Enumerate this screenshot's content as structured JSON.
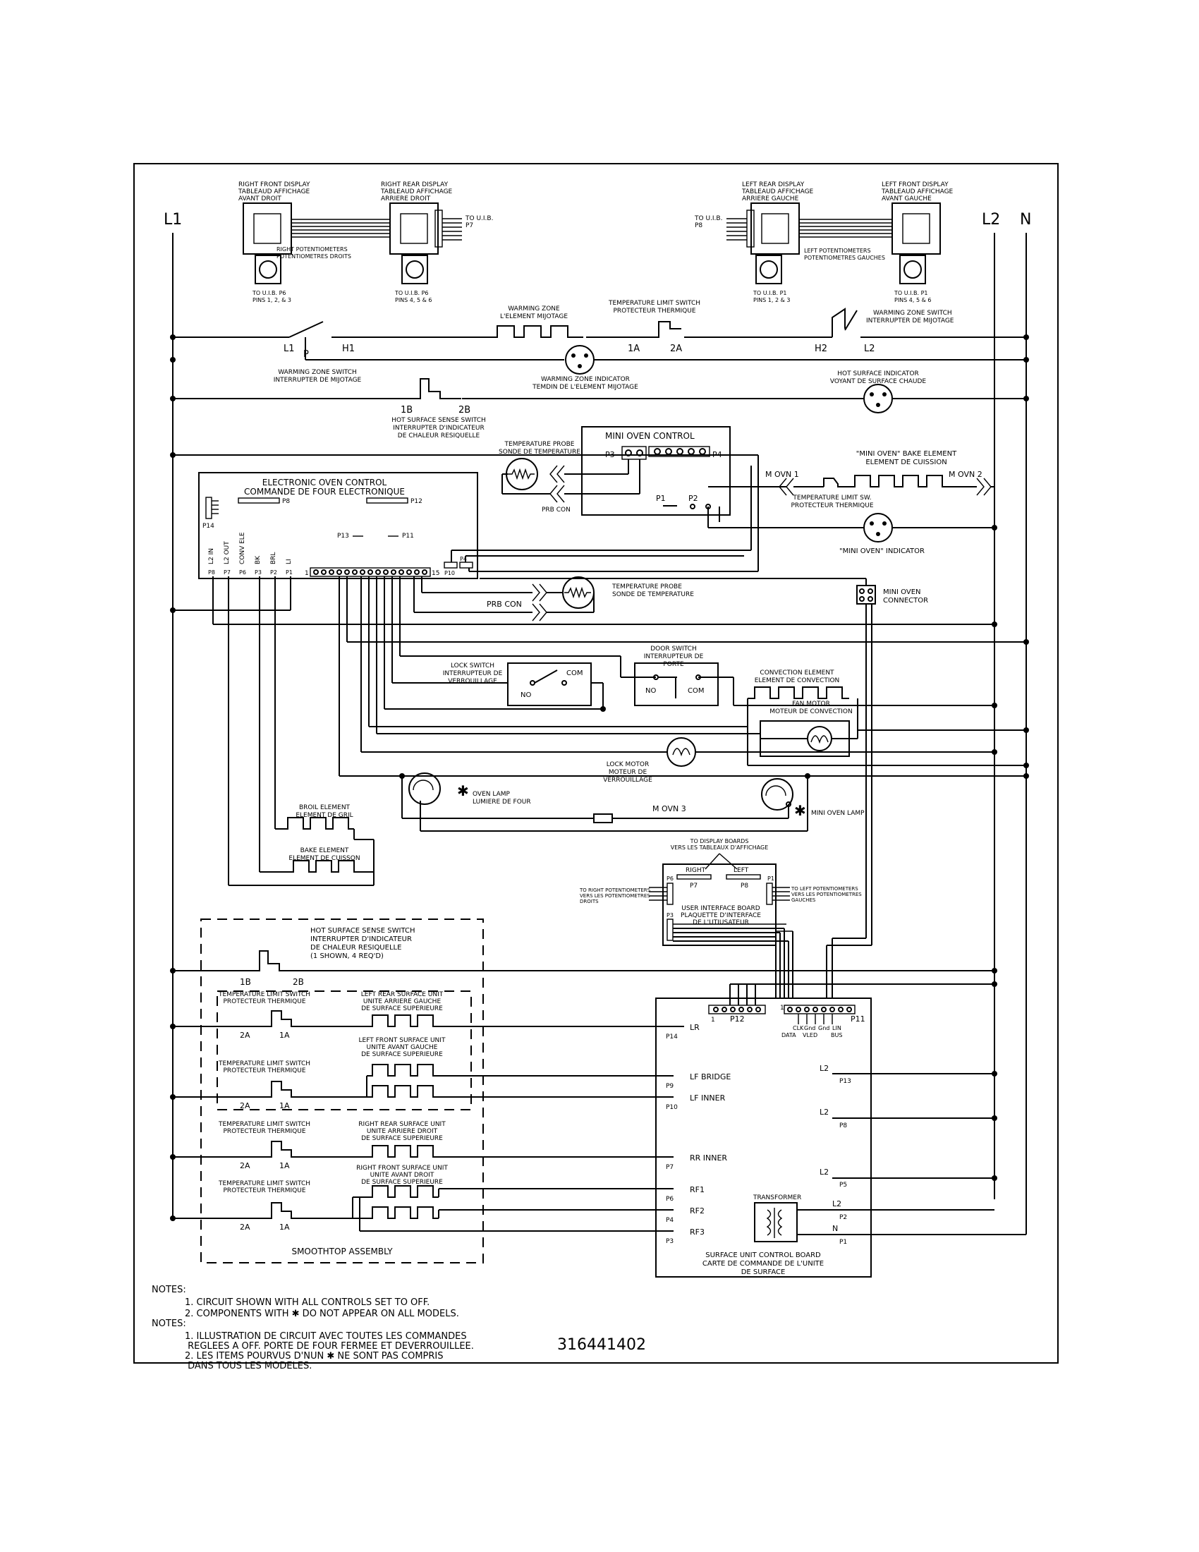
{
  "rails": {
    "l1": "L1",
    "l2": "L2",
    "n": "N"
  },
  "displays": {
    "right_front": [
      "RIGHT FRONT DISPLAY",
      "TABLEAUD AFFICHAGE",
      "AVANT DROIT"
    ],
    "right_rear": [
      "RIGHT REAR DISPLAY",
      "TABLEAUD AFFICHAGE",
      "ARRIERE DROIT"
    ],
    "left_rear": [
      "LEFT REAR DISPLAY",
      "TABLEAUD AFFICHAGE",
      "ARRIERE GAUCHE"
    ],
    "left_front": [
      "LEFT FRONT DISPLAY",
      "TABLEAUD AFFICHAGE",
      "AVANT GAUCHE"
    ],
    "to_uib_p7": [
      "TO U.I.B.",
      "P7"
    ],
    "to_uib_p8": [
      "TO U.I.B.",
      "P8"
    ],
    "right_pots": [
      "RIGHT POTENTIOMETERS",
      "POTENTIOMETRES DROITS"
    ],
    "left_pots": [
      "LEFT POTENTIOMETERS",
      "POTENTIOMETRES GAUCHES"
    ],
    "pot_rf": [
      "TO U.I.B. P6",
      "PINS 1, 2, & 3"
    ],
    "pot_rr": [
      "TO U.I.B. P6",
      "PINS 4, 5 & 6"
    ],
    "pot_lr": [
      "TO U.I.B. P1",
      "PINS 1, 2 & 3"
    ],
    "pot_lf": [
      "TO U.I.B. P1",
      "PINS 4, 5 & 6"
    ]
  },
  "warming": {
    "zone_element": [
      "WARMING ZONE",
      "L'ELEMENT MIJOTAGE"
    ],
    "temp_limit": [
      "TEMPERATURE LIMIT SWITCH",
      "PROTECTEUR THERMIQUE"
    ],
    "zone_switch_right": [
      "WARMING ZONE SWITCH",
      "INTERRUPTER DE MIJOTAGE"
    ],
    "zone_switch_left": [
      "WARMING ZONE SWITCH",
      "INTERRUPTER DE MIJOTAGE"
    ],
    "indicator": [
      "WARMING ZONE INDICATOR",
      "TEMDIN DE L'ELEMENT MIJOTAGE"
    ],
    "terminals": {
      "l1": "L1",
      "p": "P",
      "h1": "H1",
      "t1a": "1A",
      "t2a": "2A",
      "h2": "H2",
      "l2": "L2"
    }
  },
  "hot_surface": {
    "indicator": [
      "HOT SURFACE INDICATOR",
      "VOYANT DE SURFACE CHAUDE"
    ],
    "sense_switch": [
      "HOT SURFACE SENSE SWITCH",
      "INTERRUPTER D'INDICATEUR",
      "DE CHALEUR RESIQUELLE"
    ],
    "t1b": "1B",
    "t2b": "2B"
  },
  "mini_oven": {
    "control": "MINI OVEN CONTROL",
    "probe": [
      "TEMPERATURE PROBE",
      "SONDE DE TEMPERATURE"
    ],
    "prb_con": "PRB CON",
    "p1": "P1",
    "p2": "P2",
    "p3": "P3",
    "p4": "P4",
    "bake_element": [
      "\"MINI OVEN\" BAKE ELEMENT",
      "ELEMENT DE CUISSION"
    ],
    "m_ovn_1": "M OVN 1",
    "m_ovn_2": "M OVN 2",
    "limit_switch": [
      "TEMPERATURE LIMIT SW.",
      "PROTECTEUR THERMIQUE"
    ],
    "indicator": "\"MINI OVEN\" INDICATOR",
    "connector": [
      "MINI OVEN",
      "CONNECTOR"
    ]
  },
  "eoc": {
    "title": [
      "ELECTRONIC OVEN CONTROL",
      "COMMANDE DE FOUR ELECTRONIQUE"
    ],
    "p8": "P8",
    "p12": "P12",
    "p14": "P14",
    "p13": "P13",
    "p11": "P11",
    "p10": "P10",
    "p4": "P4",
    "pins": [
      "L2 IN",
      "L2 OUT",
      "CONV ELE",
      "BK",
      "BRL",
      "LI"
    ],
    "pin_ports": [
      "P8",
      "P7",
      "P6",
      "P3",
      "P2",
      "P1"
    ],
    "conn_1": "1",
    "conn_15": "15"
  },
  "oven": {
    "probe": [
      "TEMPERATURE PROBE",
      "SONDE DE TEMPERATURE"
    ],
    "prb_con": "PRB CON",
    "lock_switch": [
      "LOCK SWITCH",
      "INTERRUPTEUR DE",
      "VERROUILLAGE"
    ],
    "door_switch": [
      "DOOR SWITCH",
      "INTERRUPTEUR DE",
      "PORTE"
    ],
    "no": "NO",
    "com": "COM",
    "convection": [
      "CONVECTION ELEMENT",
      "ELEMENT DE CONVECTION"
    ],
    "fan_motor": [
      "FAN MOTOR",
      "MOTEUR DE CONVECTION"
    ],
    "lock_motor": [
      "LOCK MOTOR",
      "MOTEUR DE",
      "VERROUILLAGE"
    ],
    "oven_lamp": [
      "OVEN LAMP",
      "LUMIERE DE FOUR"
    ],
    "mini_oven_lamp": "MINI OVEN LAMP",
    "m_ovn_3": "M OVN 3",
    "broil": [
      "BROIL ELEMENT",
      "ELEMENT DE GRIL"
    ],
    "bake": [
      "BAKE ELEMENT",
      "ELEMENT DE CUISSON"
    ],
    "asterisk": "✱"
  },
  "uib": {
    "to_display": [
      "TO DISPLAY BOARDS",
      "VERS LES TABLEAUX D'AFFICHAGE"
    ],
    "right": "RIGHT",
    "left": "LEFT",
    "p7": "P7",
    "p8": "P8",
    "p6": "P6",
    "p1": "P1",
    "p3": "P3",
    "to_right_pots": [
      "TO RIGHT POTENTIOMETERS",
      "VERS LES POTENTIOMETRES",
      "DROITS"
    ],
    "to_left_pots": [
      "TO LEFT POTENTIOMETERS",
      "VERS LES POTENTIOMETRES",
      "GAUCHES"
    ],
    "title": [
      "USER INTERFACE BOARD",
      "PLAQUETTE D'INTERFACE",
      "DE L'UTIUSATEUR"
    ]
  },
  "smoothtop": {
    "sense_switch": [
      "HOT SURFACE SENSE SWITCH",
      "INTERRUPTER D'INDICATEUR",
      "DE CHALEUR RESIQUELLE",
      "(1 SHOWN, 4 REQ'D)"
    ],
    "t1b": "1B",
    "t2b": "2B",
    "limit_switch": [
      "TEMPERATURE LIMIT SWITCH",
      "PROTECTEUR THERMIQUE"
    ],
    "t2a": "2A",
    "t1a": "1A",
    "left_rear": [
      "LEFT REAR SURFACE UNIT",
      "UNITE ARRIERE GAUCHE",
      "DE SURFACE SUPERIEURE"
    ],
    "left_front": [
      "LEFT FRONT SURFACE UNIT",
      "UNITE AVANT GAUCHE",
      "DE SURFACE SUPERIEURE"
    ],
    "right_rear": [
      "RIGHT REAR SURFACE UNIT",
      "UNITE ARRIERE DROIT",
      "DE SURFACE SUPERIEURE"
    ],
    "right_front": [
      "RIGHT FRONT SURFACE UNIT",
      "UNITE AVANT DROIT",
      "DE SURFACE SUPERIEURE"
    ],
    "title": "SMOOTHTOP ASSEMBLY"
  },
  "sucb": {
    "p12": "P12",
    "p11": "P11",
    "one_a": "1",
    "one_b": "1",
    "pin_labels": [
      "CLK",
      "Gnd",
      "Gnd",
      "LIN",
      "DATA",
      "VLED",
      "BUS"
    ],
    "left_rows": [
      {
        "label": "LR",
        "port": "P14"
      },
      {
        "label": "LF BRIDGE",
        "port": "P9"
      },
      {
        "label": "LF INNER",
        "port": "P10"
      },
      {
        "label": "RR INNER",
        "port": "P7"
      },
      {
        "label": "RF1",
        "port": "P6"
      },
      {
        "label": "RF2",
        "port": "P4"
      },
      {
        "label": "RF3",
        "port": "P3"
      }
    ],
    "right_rows": [
      {
        "label": "L2",
        "port": "P13"
      },
      {
        "label": "L2",
        "port": "P8"
      },
      {
        "label": "L2",
        "port": "P5"
      },
      {
        "label": "L2",
        "port": "P2"
      },
      {
        "label": "N",
        "port": "P1"
      }
    ],
    "transformer": "TRANSFORMER",
    "title": [
      "SURFACE UNIT CONTROL BOARD",
      "CARTE DE COMMANDE DE L'UNITE",
      "DE SURFACE"
    ]
  },
  "notes": {
    "heading": "NOTES:",
    "en": [
      "1.   CIRCUIT SHOWN WITH ALL CONTROLS SET TO OFF.",
      "2.   COMPONENTS WITH ✱ DO NOT APPEAR ON ALL MODELS."
    ],
    "heading_fr": "NOTES:",
    "fr": [
      "1.   ILLUSTRATION DE CIRCUIT AVEC TOUTES LES COMMANDES",
      "      REGLEES A OFF.   PORTE DE FOUR FERMEE ET DEVERROUILLEE.",
      "2.   LES ITEMS POURVUS D'NUN ✱ NE SONT PAS COMPRIS",
      "      DANS TOUS LES MODELES."
    ]
  },
  "part_number": "316441402"
}
